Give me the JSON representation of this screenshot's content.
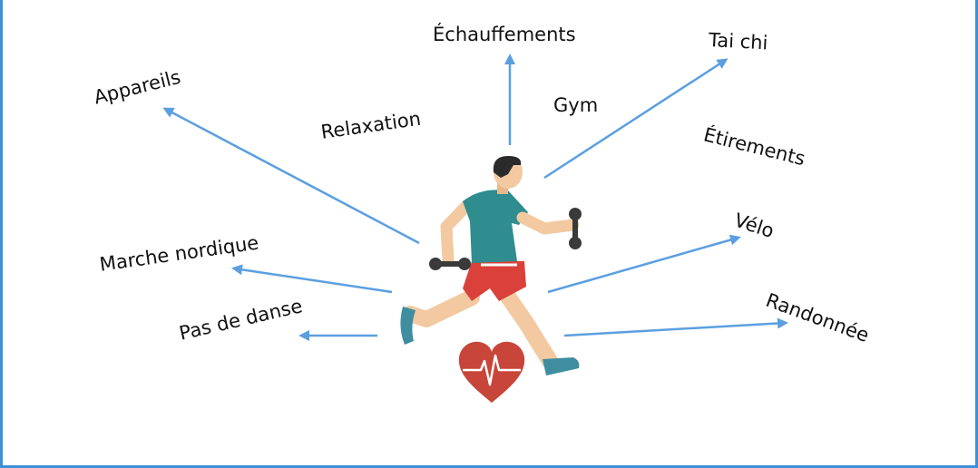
{
  "activities": [
    {
      "key": "echauffements",
      "label": "Échauffements"
    },
    {
      "key": "tai-chi",
      "label": "Tai chi"
    },
    {
      "key": "appareils",
      "label": "Appareils"
    },
    {
      "key": "relaxation",
      "label": "Relaxation"
    },
    {
      "key": "gym",
      "label": "Gym"
    },
    {
      "key": "etirements",
      "label": "Étirements"
    },
    {
      "key": "velo",
      "label": "Vélo"
    },
    {
      "key": "marche-nordique",
      "label": "Marche nordique"
    },
    {
      "key": "randonnee",
      "label": "Randonnée"
    },
    {
      "key": "pas-de-danse",
      "label": "Pas de danse"
    }
  ],
  "colors": {
    "frame": "#3f8fd6",
    "arrow": "#5b9fe0",
    "heart": "#c8453a",
    "shirt": "#2f8c8f",
    "shorts": "#d9413a",
    "skin": "#f2c9a0",
    "hair": "#2b2b2b",
    "shoe": "#3e8ea0",
    "dumbbell": "#3a3a3a"
  },
  "icons": [
    "runner-with-dumbbells",
    "heart-with-pulse-icon"
  ]
}
